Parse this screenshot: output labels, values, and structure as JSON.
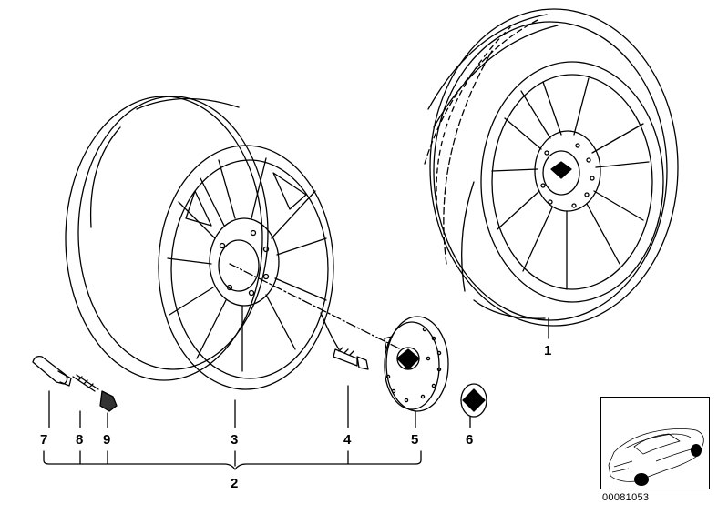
{
  "labels": {
    "p1": "1",
    "p2": "2",
    "p3": "3",
    "p4": "4",
    "p5": "5",
    "p6": "6",
    "p7": "7",
    "p8": "8",
    "p9": "9"
  },
  "reference_number": "00081053",
  "colors": {
    "line": "#000000",
    "background": "#ffffff"
  }
}
